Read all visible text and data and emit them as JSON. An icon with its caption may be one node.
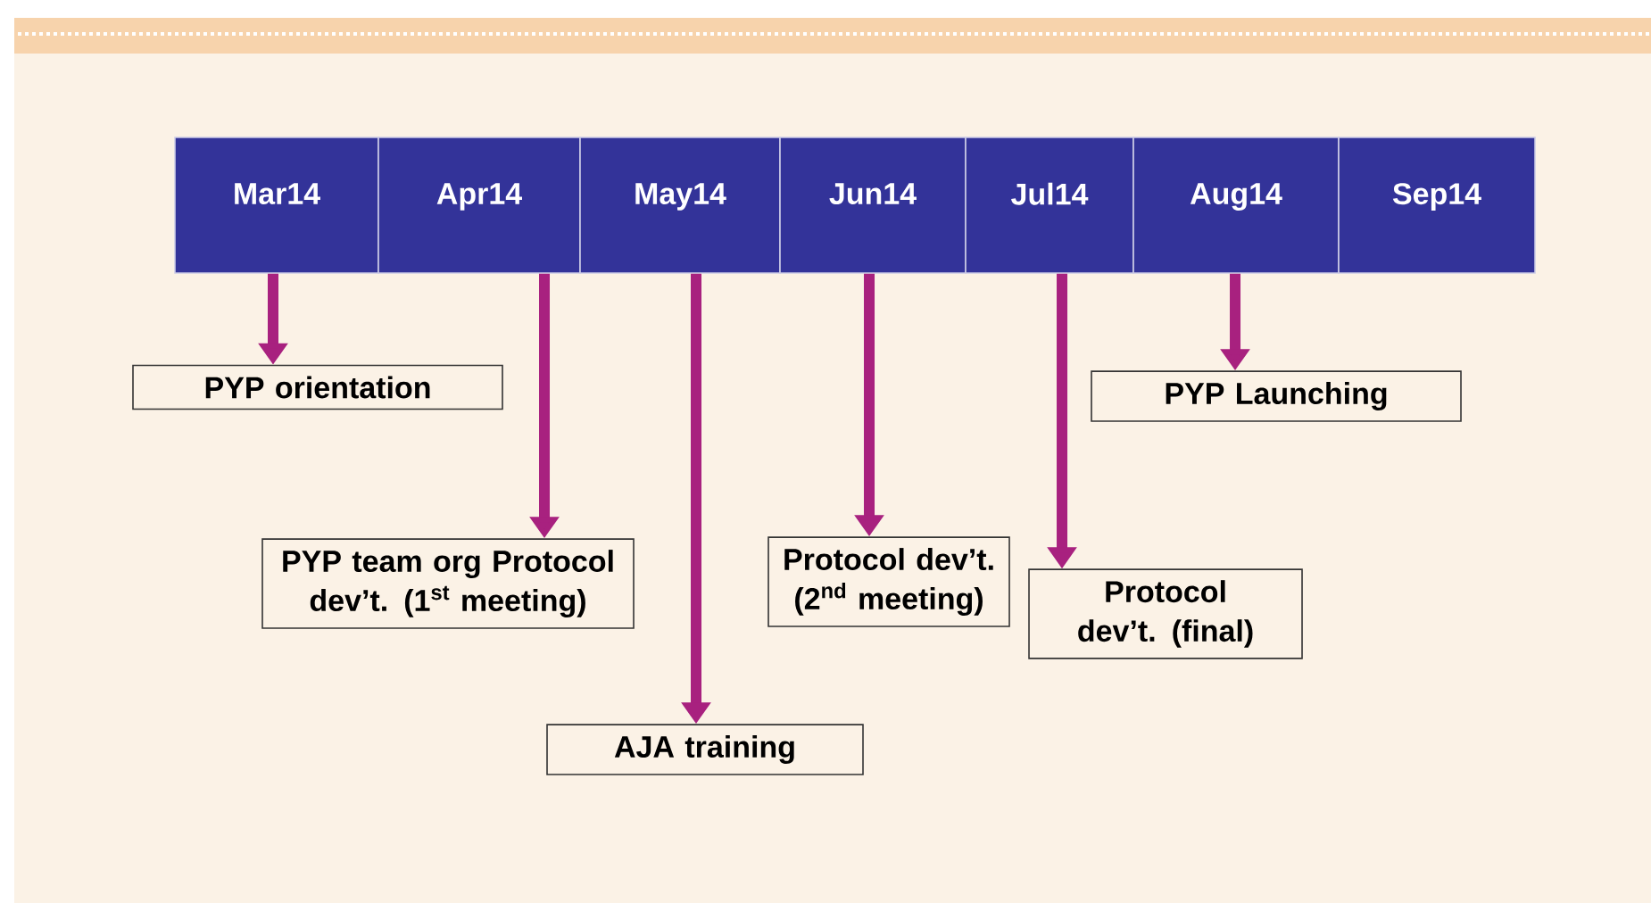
{
  "diagram": {
    "nodes": [
      {
        "text": [
          "Mar14"
        ]
      },
      {
        "text": [
          "Apr14"
        ]
      },
      {
        "text": [
          "May14"
        ]
      },
      {
        "text": [
          "Jun14"
        ]
      },
      {
        "text": [
          "Jul14"
        ]
      },
      {
        "text": [
          "Aug14"
        ]
      },
      {
        "text": [
          "Sep14"
        ]
      },
      {
        "text": [
          "PYP orientation"
        ]
      },
      {
        "text": [
          "PYP team org Protocol dev’t. (1$^{st}$ meeting)"
        ]
      },
      {
        "text": [
          "AJA training"
        ]
      },
      {
        "text": [
          "Protocol dev’t. (2$^{nd}$ meeting)"
        ]
      },
      {
        "text": [
          "Protocol dev’t. (final)"
        ]
      },
      {
        "text": [
          "PYP Launching"
        ]
      }
    ],
    "edges": [
      {
        "from": 0,
        "to": 7,
        "arrow": "to"
      },
      {
        "from": 1,
        "to": 8,
        "arrow": "to"
      },
      {
        "from": 2,
        "to": 9,
        "arrow": "to"
      },
      {
        "from": 3,
        "to": 10,
        "arrow": "to"
      },
      {
        "from": 4,
        "to": 11,
        "arrow": "to"
      },
      {
        "from": 5,
        "to": 12,
        "arrow": "to"
      }
    ]
  }
}
